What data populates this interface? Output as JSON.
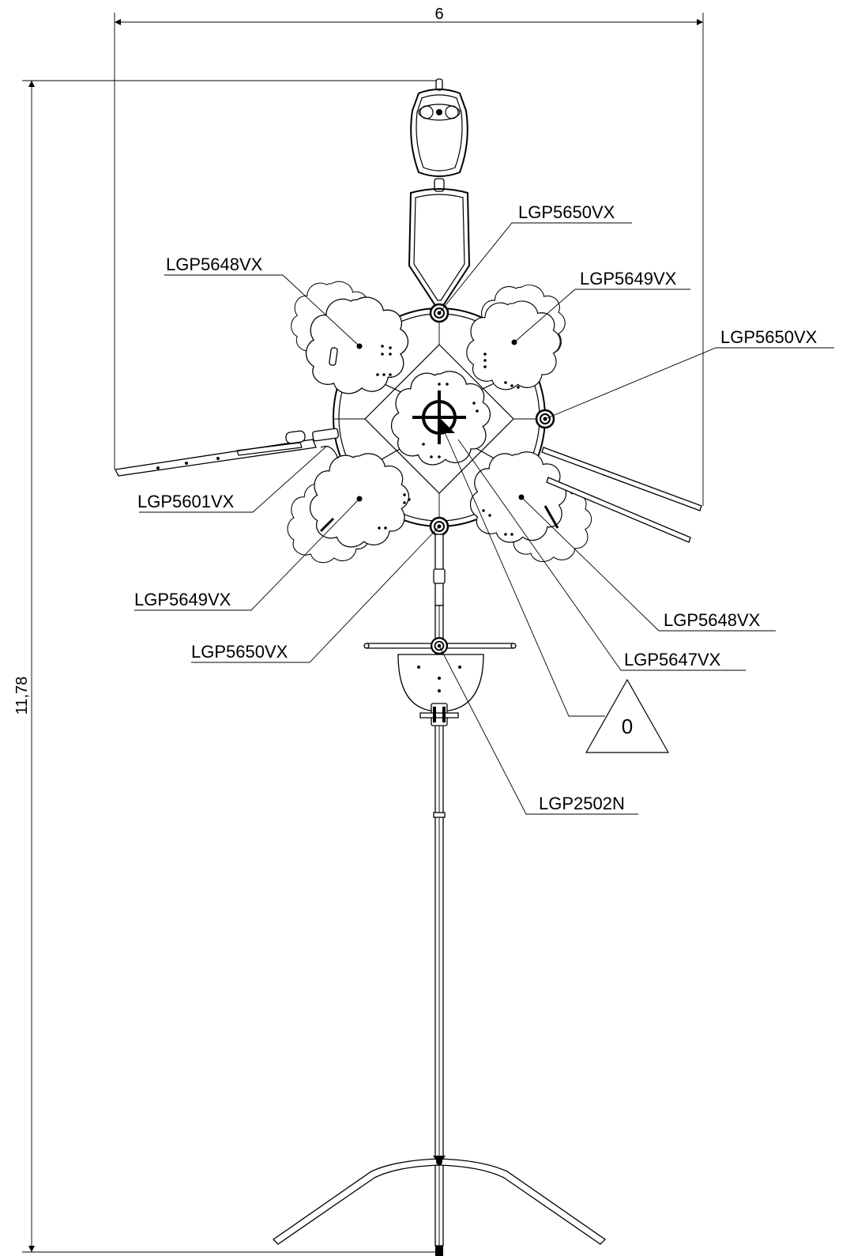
{
  "dimensions": {
    "width_label": "6",
    "height_label": "11,78"
  },
  "labels": {
    "top_connector": "LGP5650VX",
    "upper_left_leaf": "LGP5648VX",
    "upper_right_leaf": "LGP5649VX",
    "right_connector": "LGP5650VX",
    "left_tube": "LGP5601VX",
    "lower_left_leaf": "LGP5649VX",
    "bottom_connector": "LGP5650VX",
    "lower_right_leaf": "LGP5648VX",
    "center_leaf": "LGP5647VX",
    "stand_connector": "LGP2502N"
  },
  "reference_mark": {
    "symbol": "triangle",
    "value": "0"
  }
}
